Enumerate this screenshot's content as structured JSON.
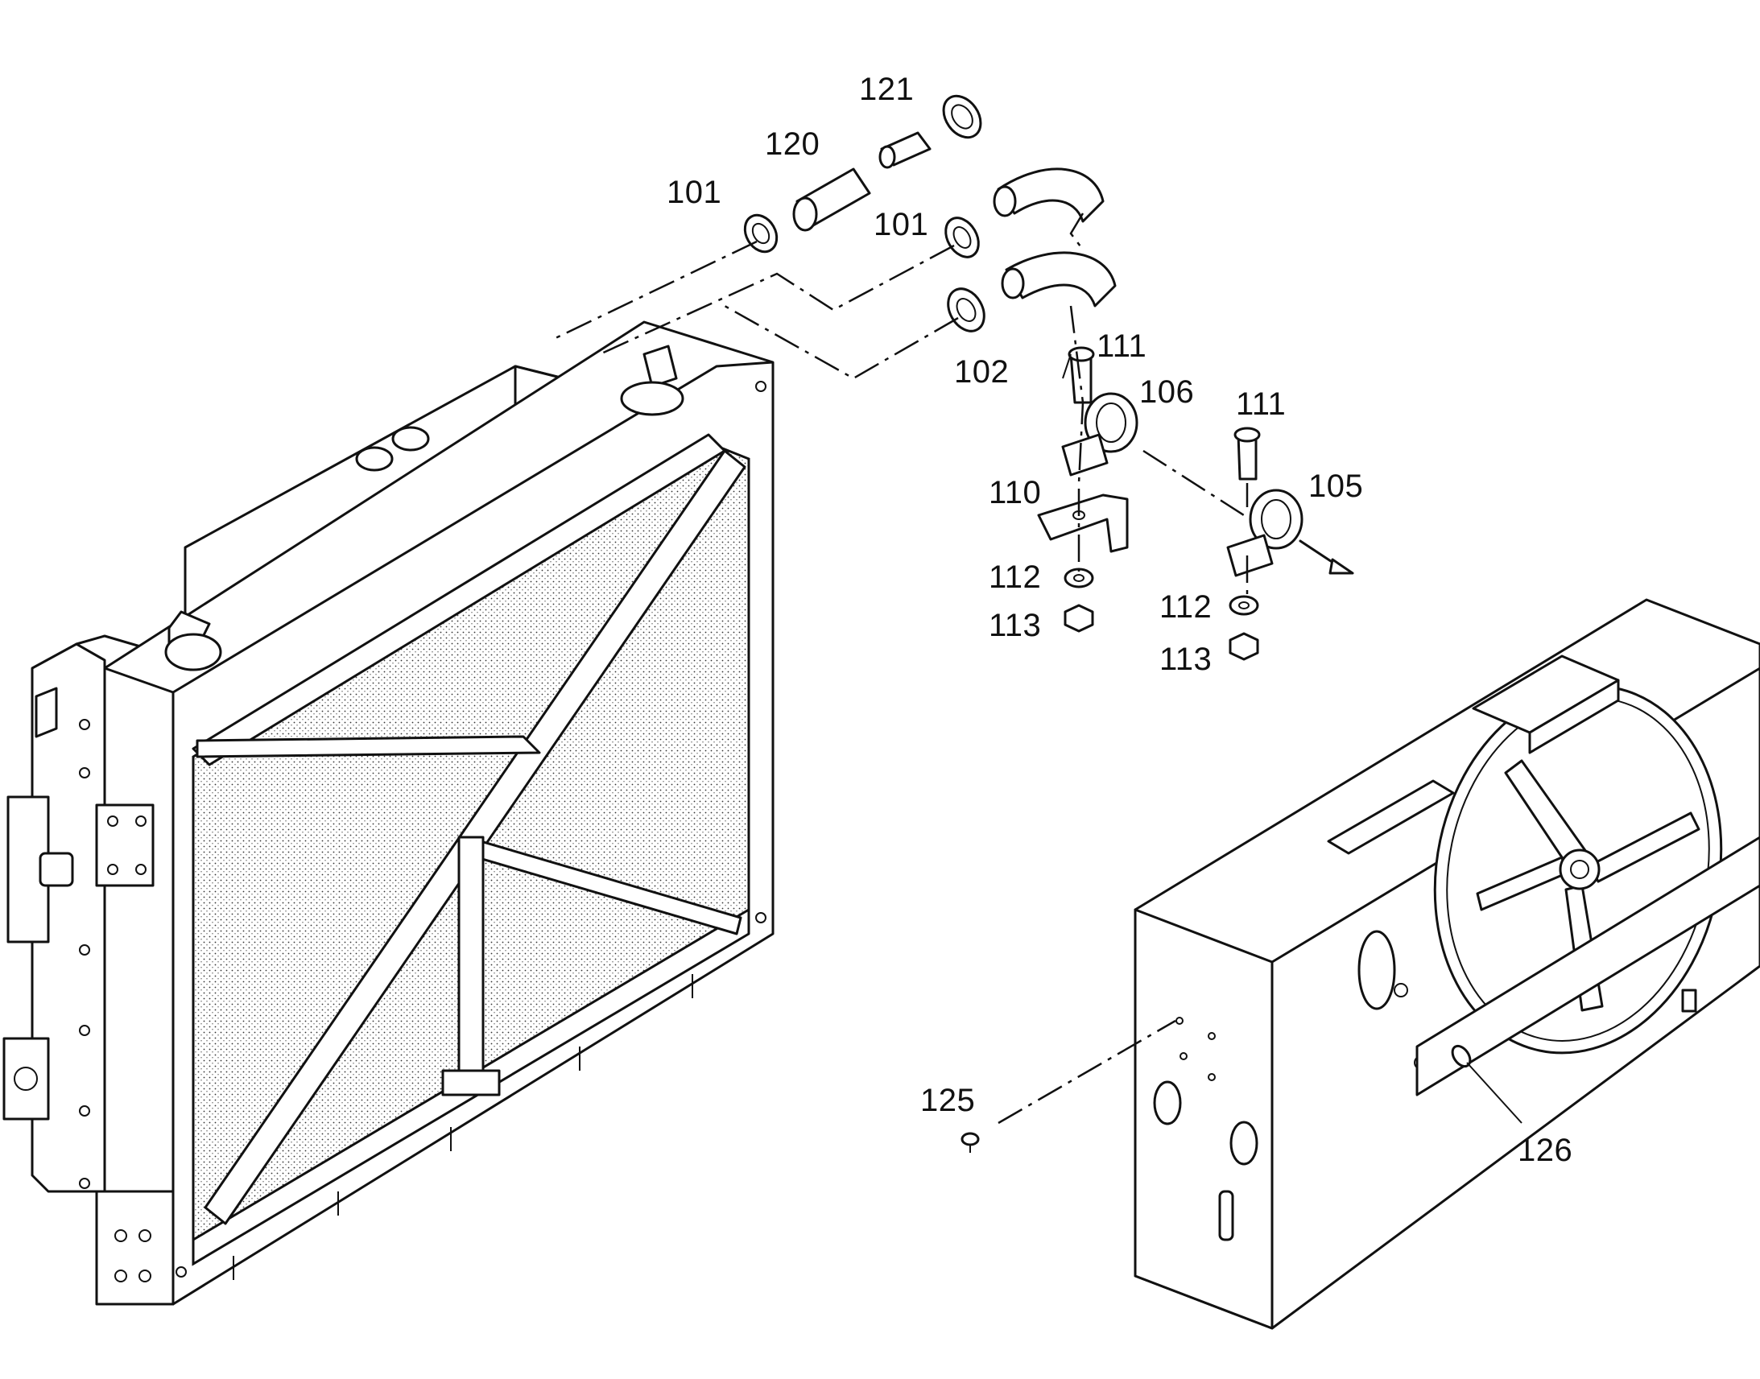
{
  "callouts": [
    {
      "id": "121",
      "label": "121"
    },
    {
      "id": "120",
      "label": "120"
    },
    {
      "id": "101a",
      "label": "101"
    },
    {
      "id": "101b",
      "label": "101"
    },
    {
      "id": "102",
      "label": "102"
    },
    {
      "id": "111a",
      "label": "111"
    },
    {
      "id": "106",
      "label": "106"
    },
    {
      "id": "111b",
      "label": "111"
    },
    {
      "id": "105",
      "label": "105"
    },
    {
      "id": "110",
      "label": "110"
    },
    {
      "id": "112a",
      "label": "112"
    },
    {
      "id": "113a",
      "label": "113"
    },
    {
      "id": "112b",
      "label": "112"
    },
    {
      "id": "113b",
      "label": "113"
    },
    {
      "id": "125",
      "label": "125"
    },
    {
      "id": "126",
      "label": "126"
    }
  ]
}
